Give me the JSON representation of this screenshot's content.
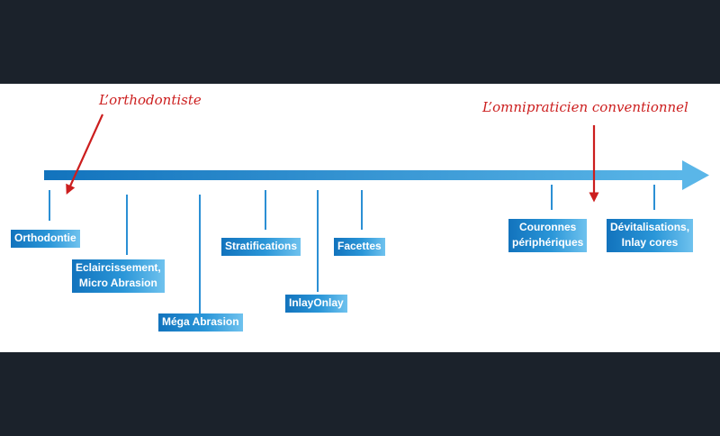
{
  "annotations": {
    "orthodontist": "L’orthodontiste",
    "general_practitioner": "L’omnipraticien conventionnel"
  },
  "treatments": [
    "Orthodontie",
    "Eclaircissement,\nMicro Abrasion",
    "Méga Abrasion",
    "Stratifications",
    "InlayOnlay",
    "Facettes",
    "Couronnes\npériphériques",
    "Dévitalisations,\nInlay cores"
  ],
  "colors": {
    "arrow_dark": "#1273bd",
    "arrow_light": "#5ab6e8",
    "tick": "#2b8fd4",
    "annotation": "#cc1e1e",
    "band": "#1b222b"
  }
}
